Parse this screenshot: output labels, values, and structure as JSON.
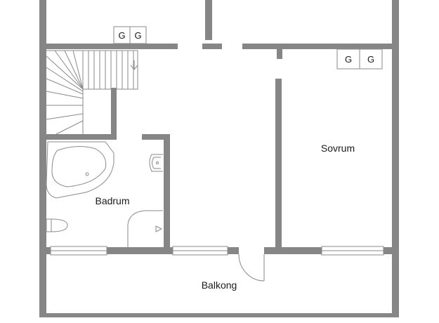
{
  "rooms": {
    "bathroom": "Badrum",
    "bedroom": "Sovrum",
    "balcony": "Balkong"
  },
  "wardrobe_marks": {
    "left": [
      "G",
      "G"
    ],
    "right": [
      "G",
      "G"
    ]
  },
  "colors": {
    "wall": "#868686",
    "fixture_line": "#8a8a8a",
    "background": "#ffffff"
  }
}
